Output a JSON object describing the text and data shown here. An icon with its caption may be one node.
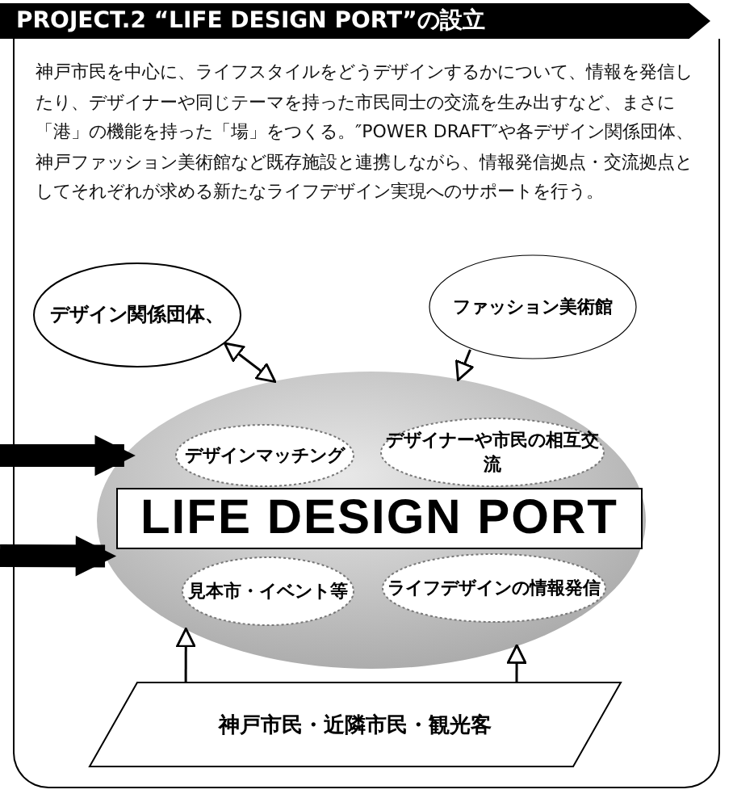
{
  "diagram": {
    "title": "PROJECT.2 “LIFE DESIGN PORT”の設立",
    "nodes": [
      {
        "text": [
          "デザイン関係団体、"
        ]
      },
      {
        "text": [
          "ファッション美術館"
        ]
      },
      {
        "text": [
          "LIFE DESIGN PORT"
        ]
      },
      {
        "text": [
          "デザインマッチング"
        ],
        "in": 2
      },
      {
        "text": [
          "デザイナーや市民の相互交流"
        ],
        "in": 2
      },
      {
        "text": [
          "見本市・イベント等"
        ],
        "in": 2
      },
      {
        "text": [
          "ライフデザインの情報発信"
        ],
        "in": 2
      },
      {
        "text": [
          "神戸市民・近隣市民・観光客"
        ]
      }
    ],
    "edges": [
      {
        "from": 0,
        "to": 2,
        "arrow": "both"
      },
      {
        "from": 1,
        "to": 2,
        "arrow": "to"
      },
      {
        "from": null,
        "to": 2,
        "arrow": "to",
        "style": "thick",
        "color": "#000000"
      },
      {
        "from": null,
        "to": 2,
        "arrow": "to",
        "style": "thick",
        "color": "#000000"
      },
      {
        "from": 7,
        "to": 2,
        "arrow": "to"
      },
      {
        "from": 7,
        "to": 2,
        "arrow": "to"
      }
    ],
    "labels": [
      "神戸市民を中心に、ライフスタイルをどうデザインするかについて、情報を発信したり、デザイナーや同じテーマを持った市民同士の交流を生み出すなど、まさに「港」の機能を持った「場」をつくる。″POWER DRAFT″や各デザイン関係団体、神戸ファッション美術館など既存施設と連携しながら、情報発信拠点・交流拠点としてそれぞれが求める新たなライフデザイン実現へのサポートを行う。"
    ]
  }
}
